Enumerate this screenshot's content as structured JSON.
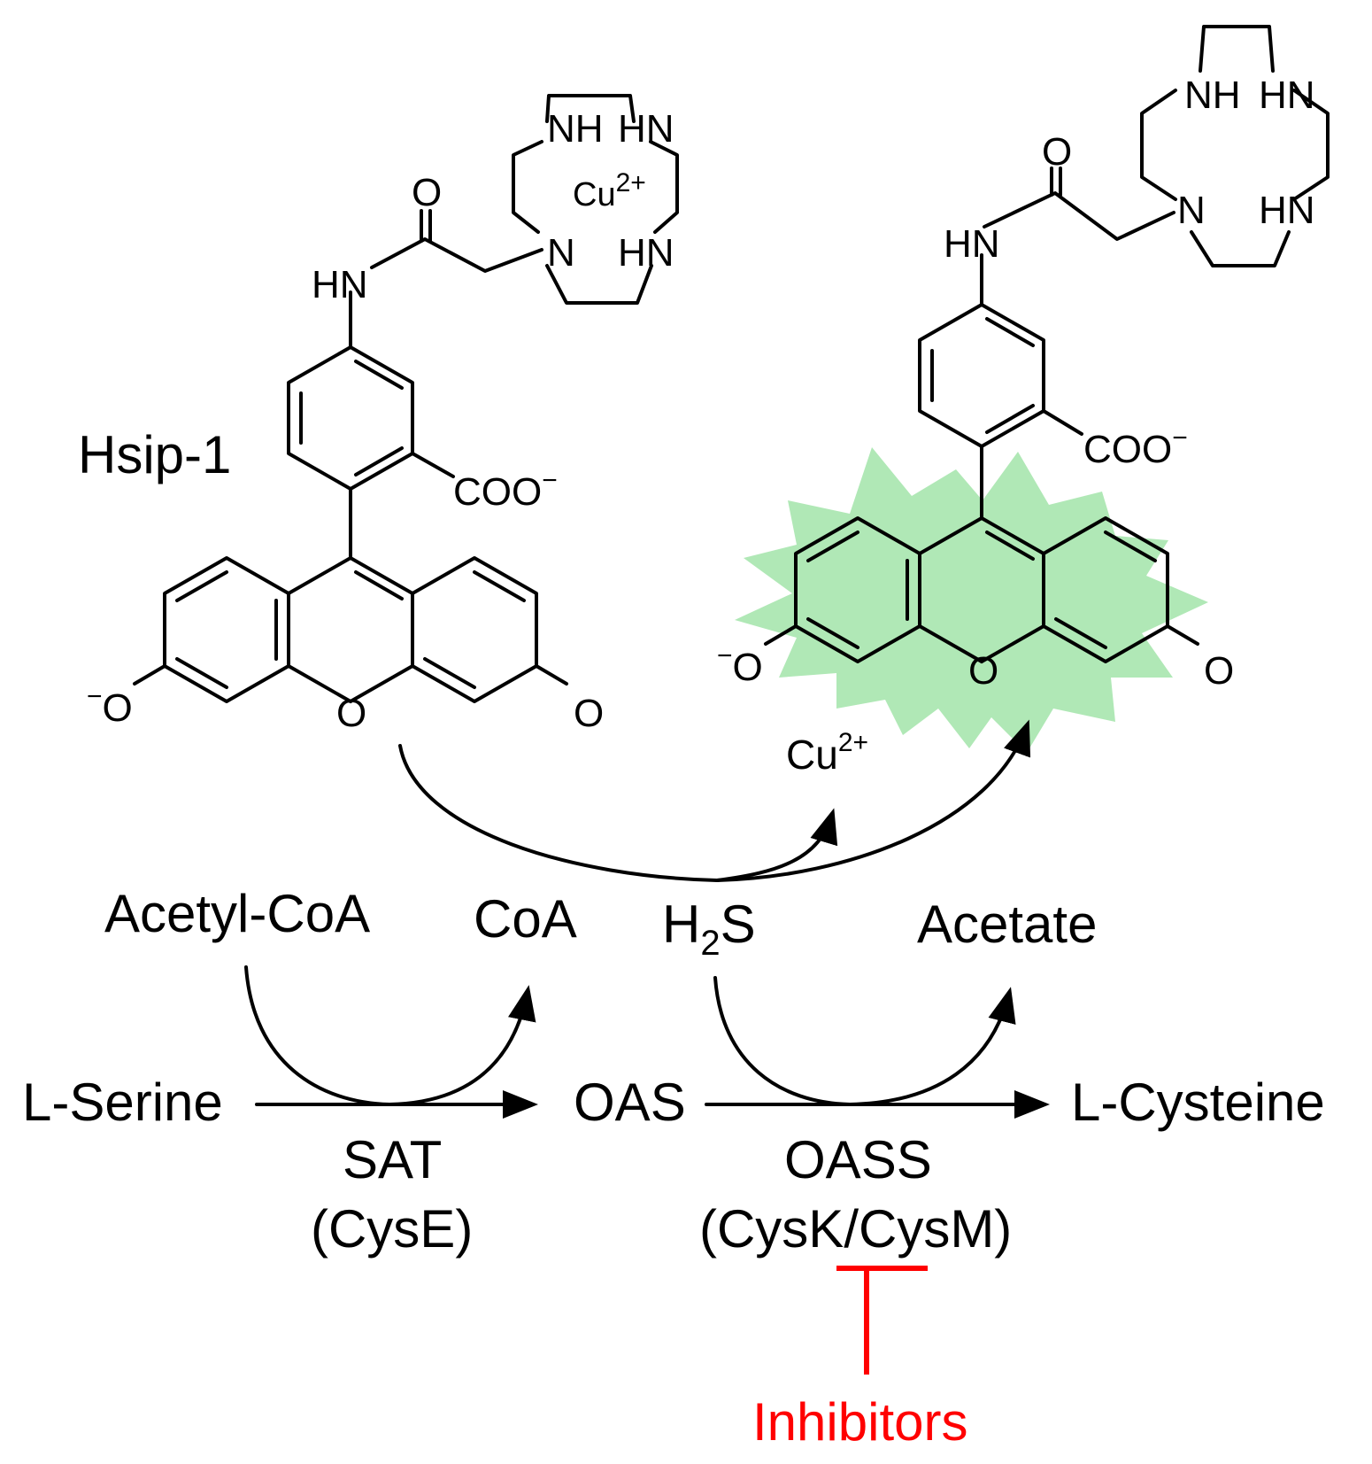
{
  "colors": {
    "ink": "#000000",
    "inhibitor": "#ff0000",
    "fluorescence_burst": "#b0e8b6",
    "background": "#ffffff"
  },
  "probe": {
    "name": "Hsip-1",
    "chelated_metal_base": "Cu",
    "chelated_metal_charge": "2+",
    "ring_amines": [
      "NH",
      "HN",
      "N",
      "HN"
    ],
    "amide_nh": "HN",
    "carbonyl_o": "O",
    "carboxylate": "COO",
    "carboxylate_charge": "−",
    "phenolate_charge": "−",
    "phenolate_o": "O",
    "ring_o": "O",
    "ketone_o": "O"
  },
  "product": {
    "ring_amines": [
      "NH",
      "HN",
      "N",
      "HN"
    ],
    "amide_nh": "HN",
    "carbonyl_o": "O",
    "carboxylate": "COO",
    "carboxylate_charge": "−",
    "phenolate_charge": "−",
    "phenolate_o": "O",
    "ring_o": "O",
    "ketone_o": "O"
  },
  "released_ion": {
    "base": "Cu",
    "charge": "2+"
  },
  "pathway": {
    "cofactors": {
      "acetyl_coa": "Acetyl-CoA",
      "coa": "CoA",
      "h2s_h": "H",
      "h2s_sub": "2",
      "h2s_s": "S",
      "acetate": "Acetate"
    },
    "metabolites": {
      "serine": "L-Serine",
      "oas": "OAS",
      "cysteine": "L-Cysteine"
    },
    "enzymes": {
      "sat": "SAT",
      "sat_gene": "(CysE)",
      "oass": "OASS",
      "oass_genes": "(CysK/CysM)"
    },
    "inhibitor_label": "Inhibitors"
  }
}
